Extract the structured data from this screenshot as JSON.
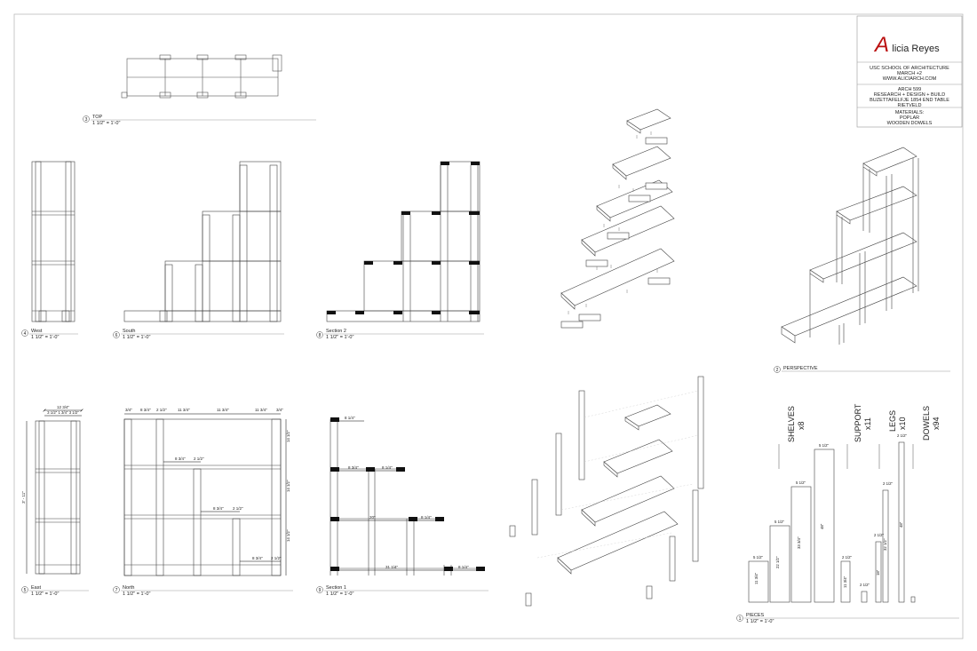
{
  "title_block": {
    "logo_letter": "A",
    "logo_name": "licia Reyes",
    "school": "USC SCHOOL OF ARCHITECTURE",
    "date": "MARCH +2",
    "website": "WWW.ALICIARCH.COM",
    "course": "ARCH 599",
    "course_sub": "RESEARCH + DESIGN + BUILD",
    "project": "BUZETTAFELFJE 1854 END TABLE",
    "architect": "RIETVELD",
    "materials_label": "MATERIALS:",
    "material_1": "POPLAR",
    "material_2": "WOODEN DOWELS"
  },
  "views": {
    "top": {
      "num": "3",
      "name": "TOP",
      "scale": "1 1/2\" = 1'-0\""
    },
    "west": {
      "num": "4",
      "name": "West",
      "scale": "1 1/2\" = 1'-0\""
    },
    "south": {
      "num": "6",
      "name": "South",
      "scale": "1 1/2\" = 1'-0\""
    },
    "section2": {
      "num": "8",
      "name": "Section 2",
      "scale": "1 1/2\" = 1'-0\""
    },
    "perspective": {
      "num": "2",
      "name": "PERSPECTIVE"
    },
    "east": {
      "num": "5",
      "name": "East",
      "scale": "1 1/2\" = 1'-0\""
    },
    "north": {
      "num": "7",
      "name": "North",
      "scale": "1 1/2\" = 1'-0\""
    },
    "section1": {
      "num": "9",
      "name": "Section 1",
      "scale": "1 1/2\" = 1'-0\""
    },
    "pieces": {
      "num": "1",
      "name": "PIECES",
      "scale": "1 1/2\" = 1'-0\""
    }
  },
  "pieces_labels": {
    "shelves": "SHELVES",
    "shelves_count": "x8",
    "support": "SUPPORT",
    "support_count": "x11",
    "legs": "LEGS",
    "legs_count": "x10",
    "dowels": "DOWELS",
    "dowels_count": "x94"
  },
  "dimensions": {
    "east_top": "12 3/4\"",
    "east_sub": "3 1/2\"  1 3/4\"  3 1/2\"",
    "east_height": "3' - 11\"",
    "north_d1": "3/4\"",
    "north_d2": "8 3/4\"",
    "north_d3": "2 1/2\"",
    "north_d4": "11 3/4\"",
    "north_d5": "11 3/4\"",
    "north_d6": "11 3/4\"",
    "north_d7": "3/4\"",
    "north_h1": "14 1/2\"",
    "north_h2": "14 1/2\"",
    "north_h3": "14 1/2\"",
    "s1_a": "8 1/4\"",
    "s1_b": "8 3/4\"",
    "s1_c": "8 1/4\"",
    "s1_d": "20\"",
    "s1_e": "8 1/4\"",
    "s1_f": "31 1/4\"",
    "s1_g": "8 1/4\"",
    "p1": "5 1/2\"",
    "p2": "5 1/2\"",
    "p3": "5 1/2\"",
    "p4": "5 1/2\"",
    "p1h": "11 3/4\"",
    "p2h": "22 1/2\"",
    "p3h": "33 3/4\"",
    "p4h": "48\"",
    "p5": "2 1/2\"",
    "p5h": "11 3/4\"",
    "p6": "2 1/2\"",
    "p7": "2 1/2\"",
    "p8": "2 1/2\"",
    "p9": "2 1/2\"",
    "p10h": "48\"",
    "p11h": "32 1/2\"",
    "p12h": "18\""
  }
}
